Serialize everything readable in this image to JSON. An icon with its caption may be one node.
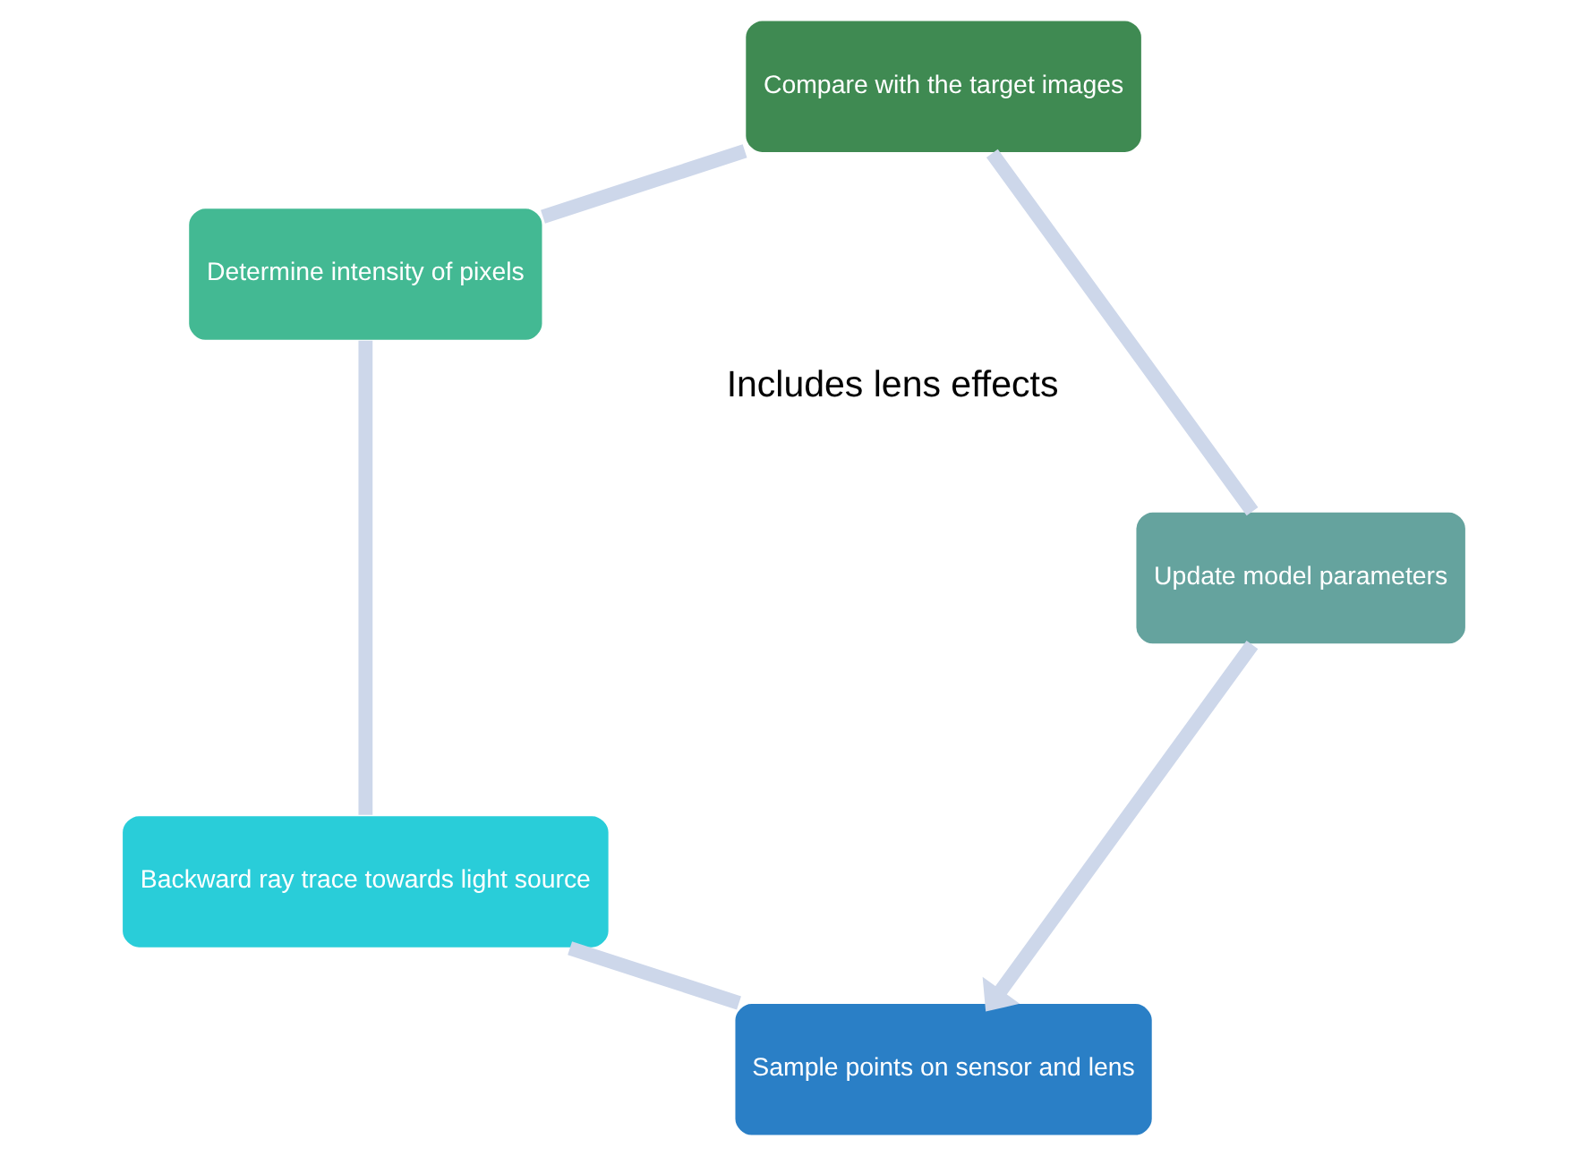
{
  "diagram": {
    "nodes": [
      {
        "text": [
          "Sample points on sensor and lens"
        ]
      },
      {
        "text": [
          "Backward ray trace towards light source"
        ]
      },
      {
        "text": [
          "Determine intensity of pixels"
        ]
      },
      {
        "text": [
          "Compare with the target images"
        ]
      },
      {
        "text": [
          "Update model parameters"
        ]
      }
    ],
    "edges": [
      {
        "from": 0,
        "to": 1,
        "arrow": "none"
      },
      {
        "from": 1,
        "to": 2,
        "arrow": "none"
      },
      {
        "from": 2,
        "to": 3,
        "arrow": "none"
      },
      {
        "from": 3,
        "to": 4,
        "arrow": "none"
      },
      {
        "from": 4,
        "to": 0,
        "arrow": "to"
      }
    ],
    "labels": [
      "Includes lens effects"
    ]
  }
}
